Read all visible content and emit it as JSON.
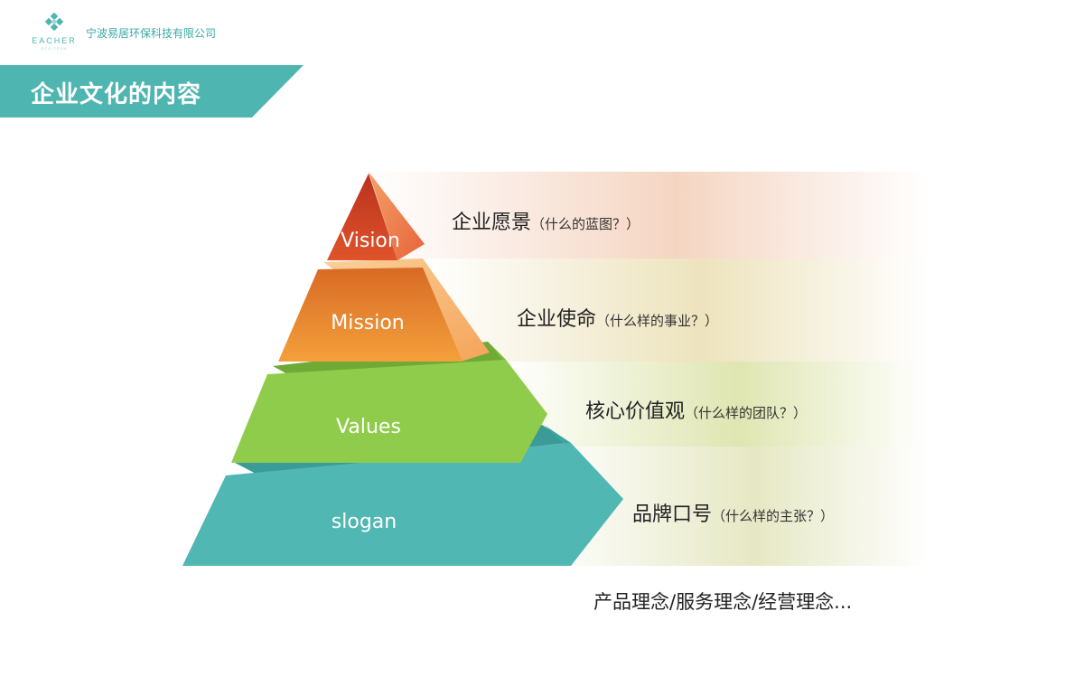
{
  "header": {
    "logo_text": "EACHER",
    "logo_tagline": "ECO-TECH",
    "company_name": "宁波易居环保科技有限公司",
    "section_title": "企业文化的内容"
  },
  "pyramid": {
    "levels": [
      {
        "label": "Vision",
        "title": "企业愿景",
        "note": "（什么的蓝图？）"
      },
      {
        "label": "Mission",
        "title": "企业使命",
        "note": "（什么样的事业？）"
      },
      {
        "label": "Values",
        "title": "核心价值观",
        "note": "（什么样的团队？）"
      },
      {
        "label": "slogan",
        "title": "品牌口号",
        "note": "（什么样的主张？）"
      }
    ],
    "footer": "产品理念/服务理念/经营理念..."
  },
  "colors": {
    "accent": "#4fb5b1",
    "vision": "#d2472a",
    "mission": "#f0923a",
    "values": "#8cc84b",
    "slogan": "#4fb5b1"
  }
}
